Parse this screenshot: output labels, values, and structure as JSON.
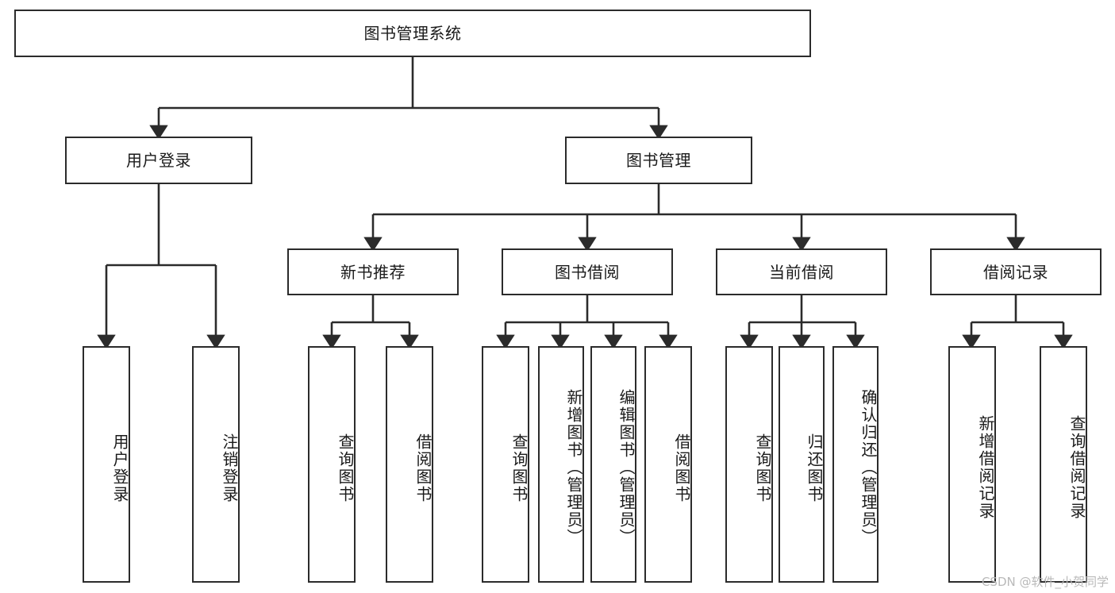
{
  "diagram": {
    "title": "图书管理系统",
    "type": "tree-hierarchy",
    "stroke_color": "#2b2b2b",
    "background_color": "#ffffff",
    "text_color": "#1a1a1a"
  },
  "nodes": {
    "root": {
      "label": "图书管理系统"
    },
    "level1": [
      {
        "label": "用户登录"
      },
      {
        "label": "图书管理"
      }
    ],
    "level2": [
      {
        "label": "新书推荐"
      },
      {
        "label": "图书借阅"
      },
      {
        "label": "当前借阅"
      },
      {
        "label": "借阅记录"
      }
    ],
    "leaves_user_login": [
      {
        "label": "用户登录"
      },
      {
        "label": "注销登录"
      }
    ],
    "leaves_new_book": [
      {
        "label": "查询图书"
      },
      {
        "label": "借阅图书"
      }
    ],
    "leaves_borrow": [
      {
        "label": "查询图书"
      },
      {
        "label": "新增图书（管理员）"
      },
      {
        "label": "编辑图书（管理员）"
      },
      {
        "label": "借阅图书"
      }
    ],
    "leaves_current": [
      {
        "label": "查询图书"
      },
      {
        "label": "归还图书"
      },
      {
        "label": "确认归还（管理员）"
      }
    ],
    "leaves_record": [
      {
        "label": "新增借阅记录"
      },
      {
        "label": "查询借阅记录"
      }
    ]
  },
  "watermark": {
    "text": "CSDN @软件_小贺同学"
  }
}
